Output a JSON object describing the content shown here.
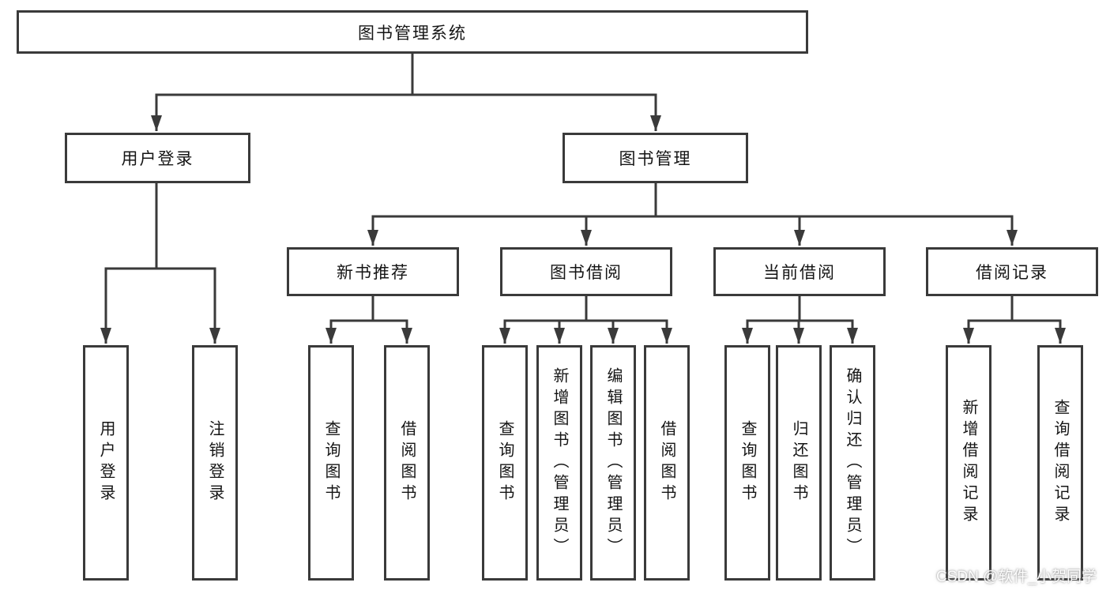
{
  "diagram": {
    "type": "tree",
    "label": "图书管理系统",
    "children": [
      {
        "label": "用户登录",
        "children": [
          {
            "label": "用户登录"
          },
          {
            "label": "注销登录"
          }
        ]
      },
      {
        "label": "图书管理",
        "children": [
          {
            "label": "新书推荐",
            "children": [
              {
                "label": "查询图书"
              },
              {
                "label": "借阅图书"
              }
            ]
          },
          {
            "label": "图书借阅",
            "children": [
              {
                "label": "查询图书"
              },
              {
                "label": "新增图书（管理员）"
              },
              {
                "label": "编辑图书（管理员）"
              },
              {
                "label": "借阅图书"
              }
            ]
          },
          {
            "label": "当前借阅",
            "children": [
              {
                "label": "查询图书"
              },
              {
                "label": "归还图书"
              },
              {
                "label": "确认归还（管理员）"
              }
            ]
          },
          {
            "label": "借阅记录",
            "children": [
              {
                "label": "新增借阅记录"
              },
              {
                "label": "查询借阅记录"
              }
            ]
          }
        ]
      }
    ]
  },
  "watermark": {
    "text": "CSDN @软件_小贺同学"
  },
  "colors": {
    "line": "#3a3a3a",
    "text": "#151515",
    "background": "#ffffff",
    "watermark": "#fdfdfd"
  }
}
